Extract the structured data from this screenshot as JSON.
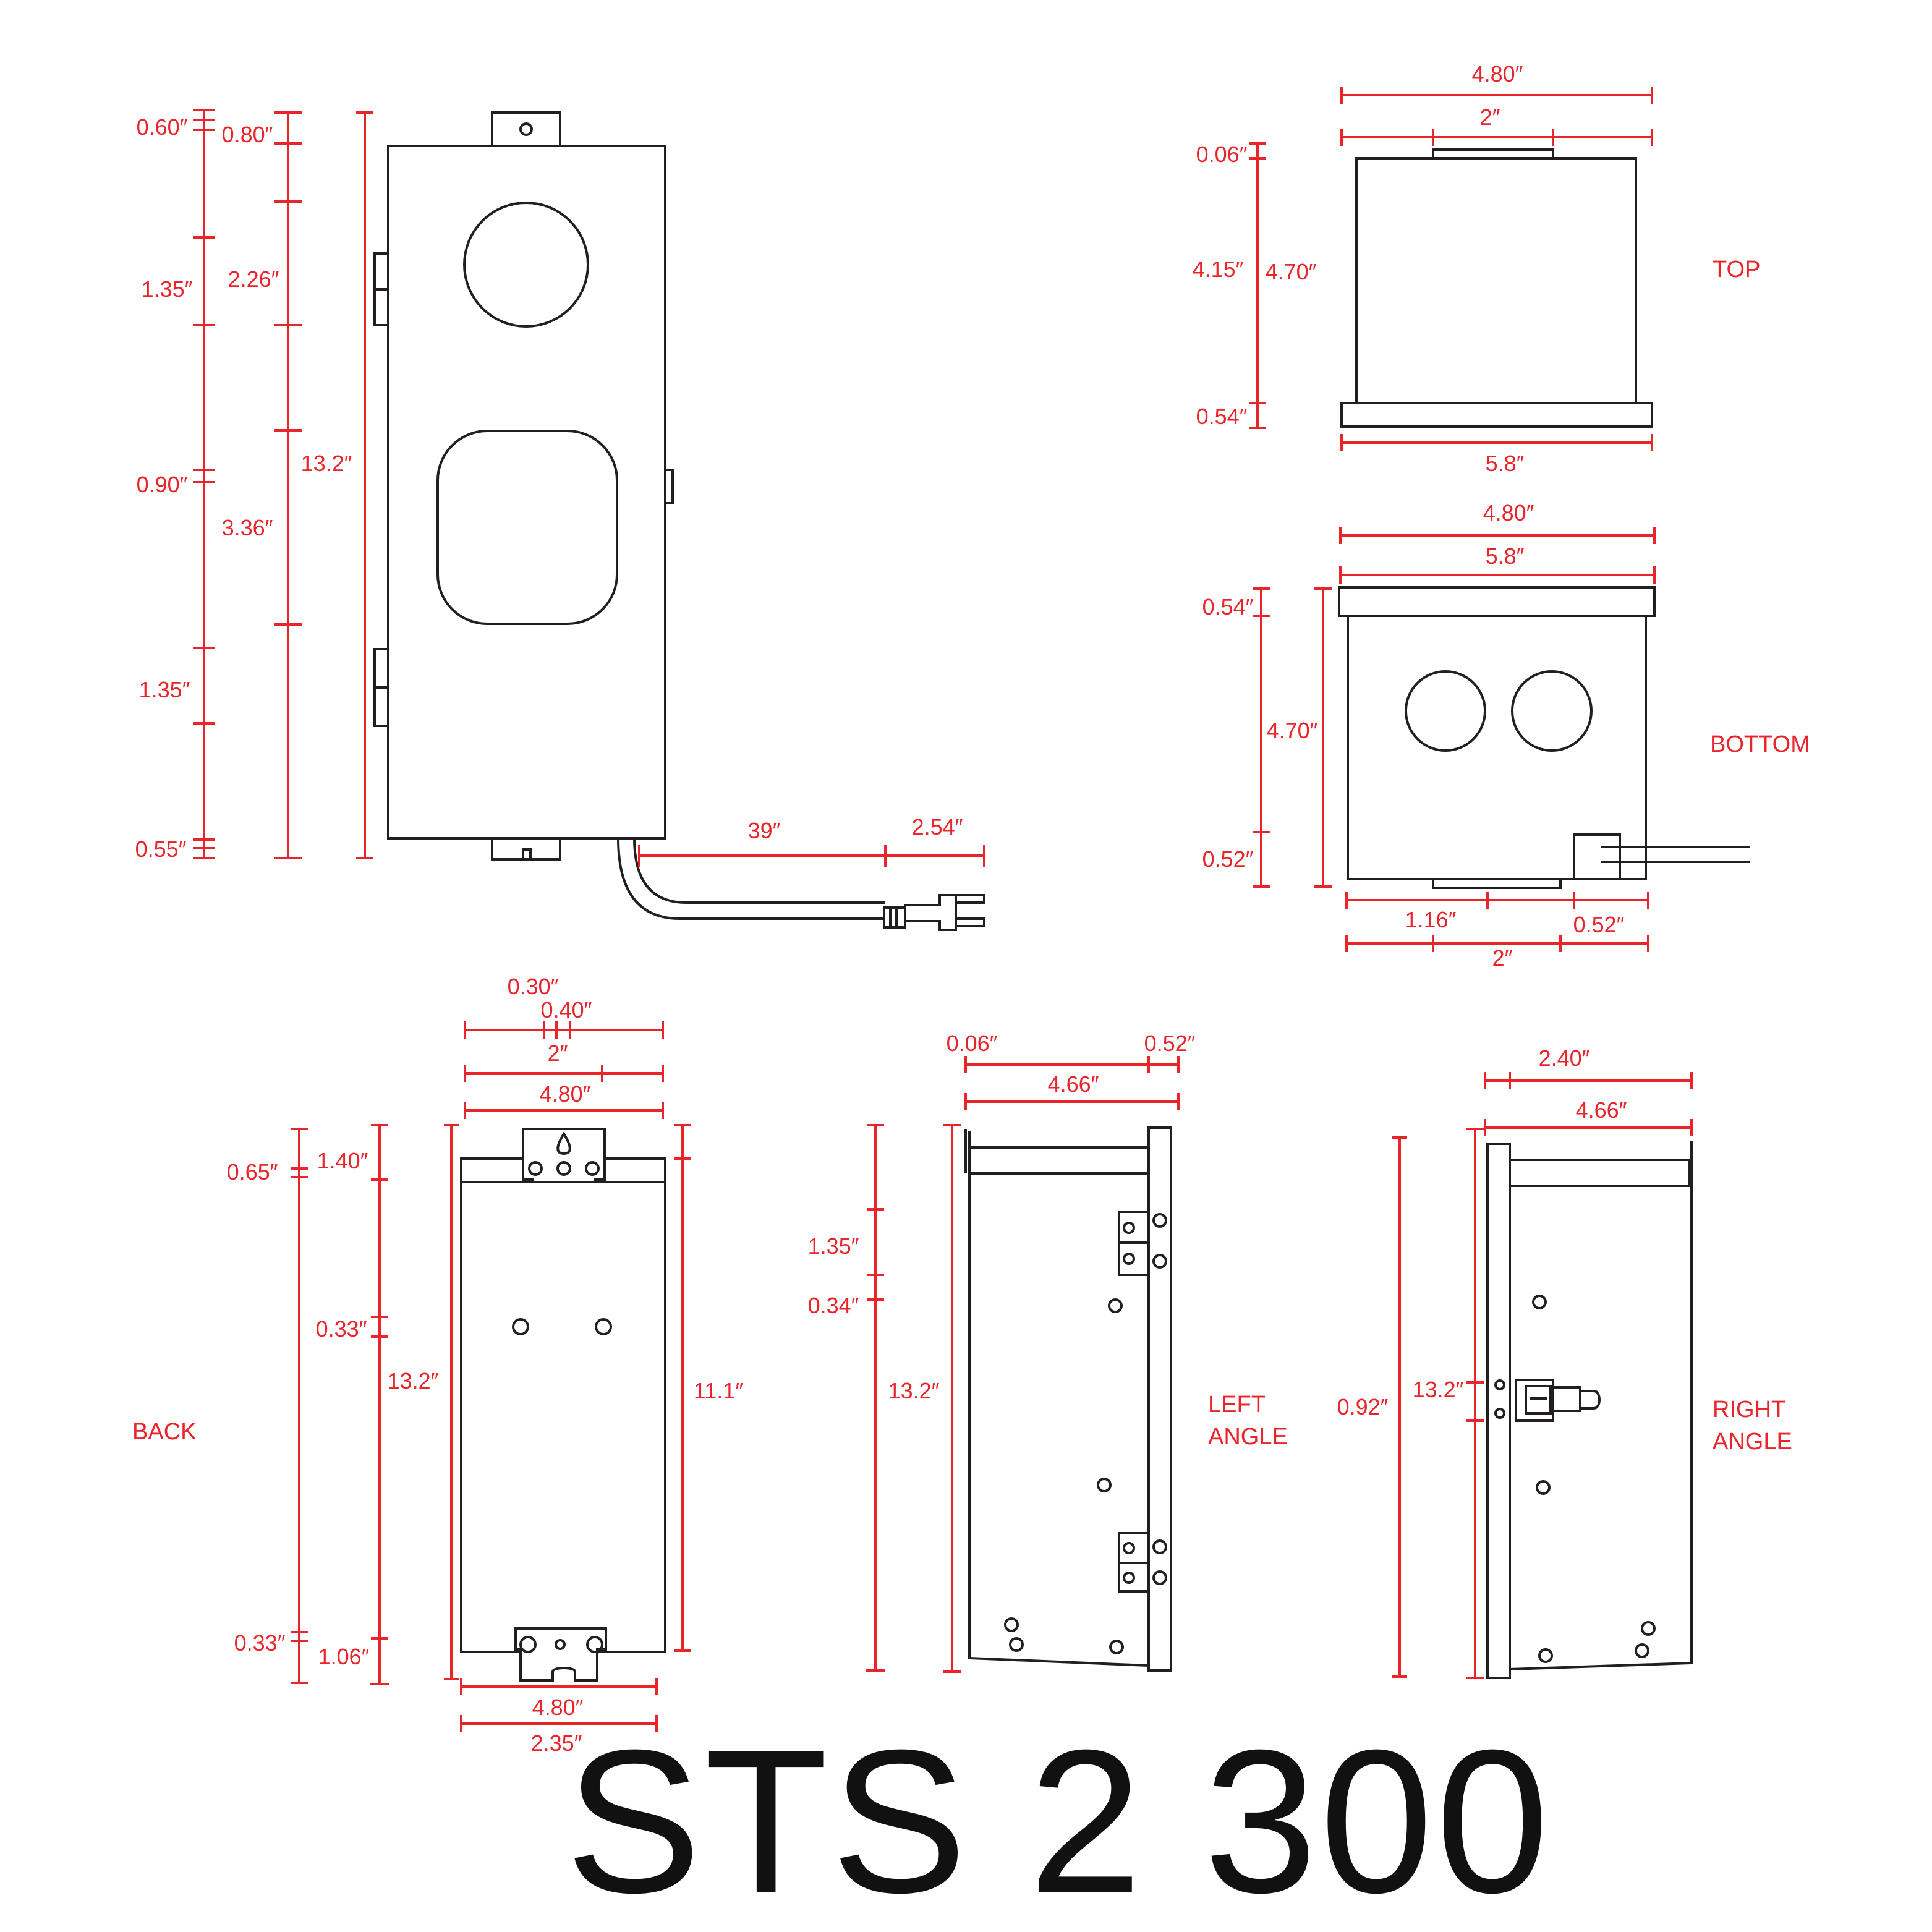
{
  "model": "STS 2 300",
  "colors": {
    "dimension": "#e8252b",
    "outline": "#231f20",
    "background": "#ffffff"
  },
  "views": {
    "front": {
      "dims": {
        "d060": "0.60″",
        "d080": "0.80″",
        "d135a": "1.35″",
        "d226": "2.26″",
        "d132": "13.2″",
        "d090": "0.90″",
        "d336": "3.36″",
        "d135b": "1.35″",
        "d055": "0.55″",
        "cord": "39″",
        "plug": "2.54″"
      }
    },
    "top": {
      "label": "TOP",
      "dims": {
        "w480": "4.80″",
        "w2": "2″",
        "d006": "0.06″",
        "d415": "4.15″",
        "d470": "4.70″",
        "d054": "0.54″",
        "w58": "5.8″"
      }
    },
    "bottom": {
      "label": "BOTTOM",
      "dims": {
        "w480": "4.80″",
        "w58": "5.8″",
        "d054": "0.54″",
        "d470": "4.70″",
        "d052": "0.52″",
        "w116": "1.16″",
        "w052": "0.52″",
        "w2": "2″"
      }
    },
    "back": {
      "label": "BACK",
      "dims": {
        "d030": "0.30″",
        "d040": "0.40″",
        "w2": "2″",
        "w480top": "4.80″",
        "d065": "0.65″",
        "d140": "1.40″",
        "d033a": "0.33″",
        "d132": "13.2″",
        "d111": "11.1″",
        "d033b": "0.33″",
        "d106": "1.06″",
        "w480bot": "4.80″",
        "w235": "2.35″"
      }
    },
    "left": {
      "label_line1": "LEFT",
      "label_line2": "ANGLE",
      "dims": {
        "d006": "0.06″",
        "d052": "0.52″",
        "w466": "4.66″",
        "d135": "1.35″",
        "d034": "0.34″",
        "d132": "13.2″"
      }
    },
    "right": {
      "label_line1": "RIGHT",
      "label_line2": "ANGLE",
      "dims": {
        "w240": "2.40″",
        "w466": "4.66″",
        "d092": "0.92″",
        "d132": "13.2″"
      }
    }
  }
}
